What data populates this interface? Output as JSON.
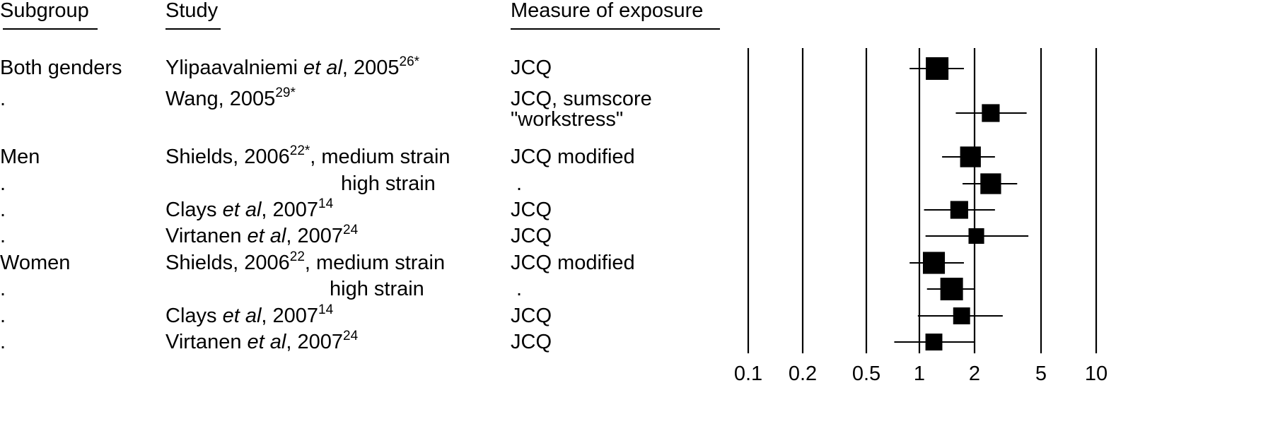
{
  "headers": {
    "subgroup": "Subgroup",
    "study": "Study",
    "measure": "Measure of exposure"
  },
  "rows": [
    {
      "subgroup": "Both genders",
      "study_pre": "Ylipaavalniemi ",
      "study_it": "et al",
      "study_post": ", 2005",
      "sup": "26*",
      "study_tail": "",
      "measure": "JCQ",
      "measure2": ""
    },
    {
      "subgroup": ".",
      "study_pre": "Wang, 2005",
      "study_it": "",
      "study_post": "",
      "sup": "29*",
      "study_tail": "",
      "measure": "JCQ, sumscore",
      "measure2": "\"workstress\""
    },
    {
      "subgroup": "Men",
      "study_pre": "Shields, 2006",
      "study_it": "",
      "study_post": "",
      "sup": "22*",
      "study_tail": ", medium strain",
      "measure": "JCQ modified",
      "measure2": ""
    },
    {
      "subgroup": ".",
      "study_pre": "high strain",
      "study_it": "",
      "study_post": "",
      "sup": "",
      "study_tail": "",
      "measure": ".",
      "measure2": ""
    },
    {
      "subgroup": ".",
      "study_pre": "Clays ",
      "study_it": "et al",
      "study_post": ", 2007",
      "sup": "14",
      "study_tail": "",
      "measure": "JCQ",
      "measure2": ""
    },
    {
      "subgroup": ".",
      "study_pre": "Virtanen ",
      "study_it": "et al",
      "study_post": ", 2007",
      "sup": "24",
      "study_tail": "",
      "measure": "JCQ",
      "measure2": ""
    },
    {
      "subgroup": "Women",
      "study_pre": "Shields, 2006",
      "study_it": "",
      "study_post": "",
      "sup": "22",
      "study_tail": ", medium strain",
      "measure": "JCQ modified",
      "measure2": ""
    },
    {
      "subgroup": ".",
      "study_pre": "high strain",
      "study_it": "",
      "study_post": "",
      "sup": "",
      "study_tail": "",
      "measure": ".",
      "measure2": ""
    },
    {
      "subgroup": ".",
      "study_pre": "Clays ",
      "study_it": "et al",
      "study_post": ", 2007",
      "sup": "14",
      "study_tail": "",
      "measure": "JCQ",
      "measure2": ""
    },
    {
      "subgroup": ".",
      "study_pre": "Virtanen ",
      "study_it": "et al",
      "study_post": ", 2007",
      "sup": "24",
      "study_tail": "",
      "measure": "JCQ",
      "measure2": ""
    }
  ],
  "chart_data": {
    "type": "scatter",
    "subtype": "forest-plot",
    "x_scale": "log",
    "xlim": [
      0.1,
      10
    ],
    "x_ticks": [
      0.1,
      0.2,
      0.5,
      1,
      2,
      5,
      10
    ],
    "x_tick_labels": [
      "0.1",
      "0.2",
      "0.5",
      "1",
      "2",
      "5",
      "10"
    ],
    "reference_lines_at_ticks": true,
    "marker": "square",
    "estimates": [
      {
        "estimate": 1.25,
        "ci_low": 0.88,
        "ci_high": 1.75,
        "weight": 1.0
      },
      {
        "estimate": 2.5,
        "ci_low": 1.58,
        "ci_high": 4.1,
        "weight": 0.62
      },
      {
        "estimate": 1.9,
        "ci_low": 1.33,
        "ci_high": 2.65,
        "weight": 0.85
      },
      {
        "estimate": 2.5,
        "ci_low": 1.72,
        "ci_high": 3.6,
        "weight": 0.85
      },
      {
        "estimate": 1.65,
        "ci_low": 1.06,
        "ci_high": 2.65,
        "weight": 0.62
      },
      {
        "estimate": 2.05,
        "ci_low": 1.08,
        "ci_high": 4.2,
        "weight": 0.45
      },
      {
        "estimate": 1.2,
        "ci_low": 0.88,
        "ci_high": 1.75,
        "weight": 0.95
      },
      {
        "estimate": 1.5,
        "ci_low": 1.1,
        "ci_high": 2.0,
        "weight": 1.0
      },
      {
        "estimate": 1.7,
        "ci_low": 0.98,
        "ci_high": 2.95,
        "weight": 0.55
      },
      {
        "estimate": 1.2,
        "ci_low": 0.72,
        "ci_high": 2.02,
        "weight": 0.55
      }
    ]
  }
}
